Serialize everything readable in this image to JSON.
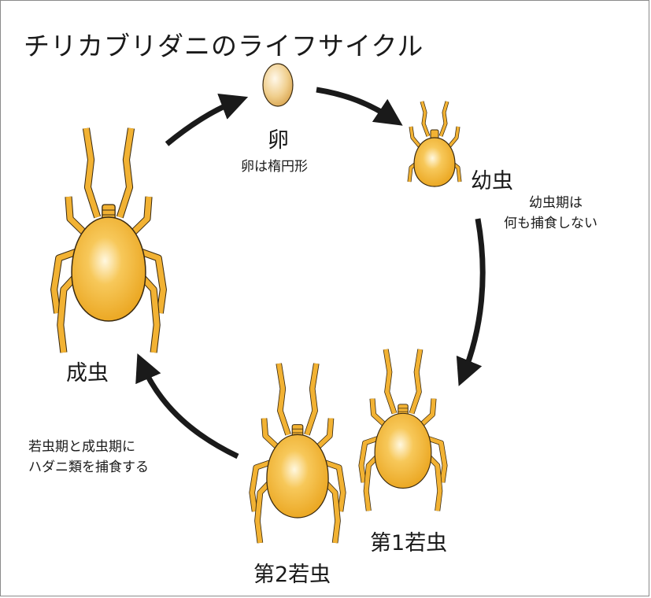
{
  "title": "チリカブリダニのライフサイクル",
  "stages": {
    "egg": {
      "label": "卵",
      "note": "卵は楕円形"
    },
    "larva": {
      "label": "幼虫",
      "note_line1": "幼虫期は",
      "note_line2": "何も捕食しない"
    },
    "nymph1": {
      "label": "第1若虫"
    },
    "nymph2": {
      "label": "第2若虫"
    },
    "adult": {
      "label": "成虫"
    }
  },
  "predation_note": {
    "line1": "若虫期と成虫期に",
    "line2": "ハダニ類を捕食する"
  },
  "colors": {
    "body": "#f2b233",
    "body_highlight": "#fff6d8",
    "outline": "#3a2a10",
    "arrow": "#1a1a1a",
    "egg": "#e8c07a"
  }
}
